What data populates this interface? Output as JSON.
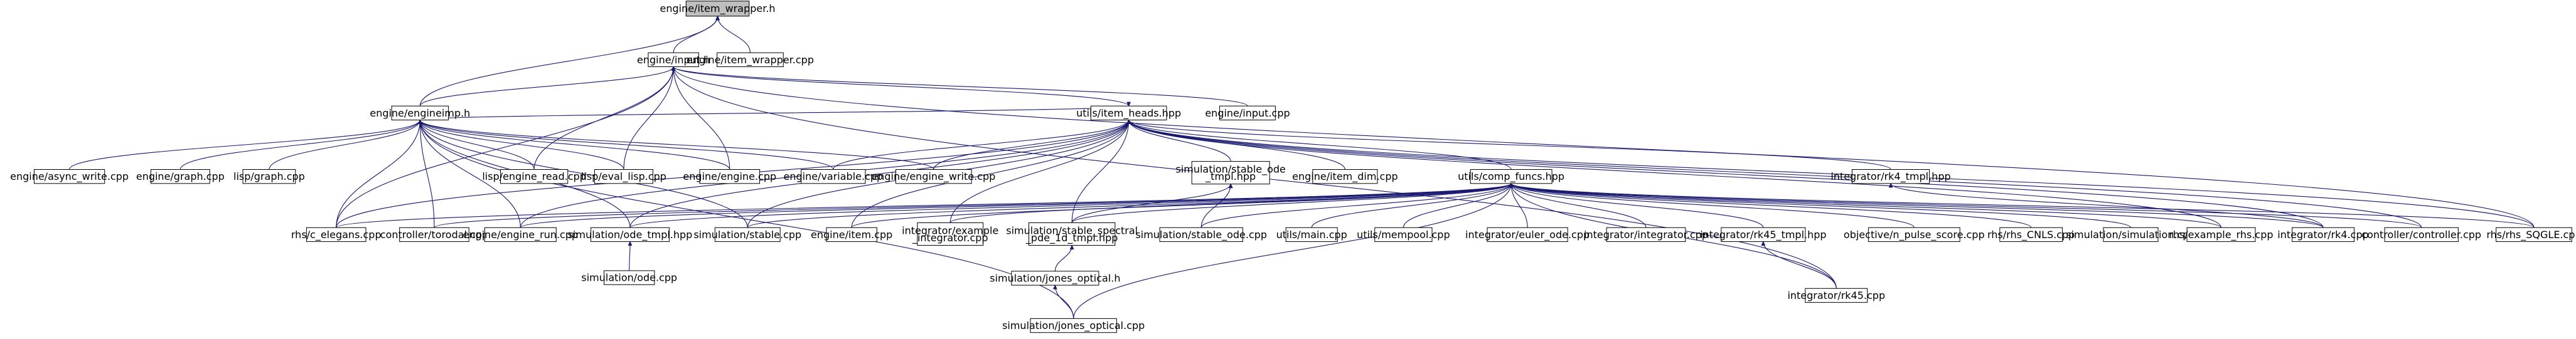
{
  "colors": {
    "root_fill": "#bfbfbf",
    "node_fill": "#ffffff",
    "border": "#000000",
    "edge": "#191970"
  },
  "nodes": [
    {
      "id": "item_wrapper_h",
      "lines": [
        "engine/item_wrapper.h"
      ],
      "root": true
    },
    {
      "id": "input_h",
      "lines": [
        "engine/input.h"
      ]
    },
    {
      "id": "item_wrapper_cpp",
      "lines": [
        "engine/item_wrapper.cpp"
      ]
    },
    {
      "id": "engineimp_h",
      "lines": [
        "engine/engineimp.h"
      ]
    },
    {
      "id": "item_heads_hpp",
      "lines": [
        "utils/item_heads.hpp"
      ]
    },
    {
      "id": "input_cpp",
      "lines": [
        "engine/input.cpp"
      ]
    },
    {
      "id": "async_write_cpp",
      "lines": [
        "engine/async_write.cpp"
      ]
    },
    {
      "id": "engine_graph_cpp",
      "lines": [
        "engine/graph.cpp"
      ]
    },
    {
      "id": "lisp_graph_cpp",
      "lines": [
        "lisp/graph.cpp"
      ]
    },
    {
      "id": "engine_read_cpp",
      "lines": [
        "lisp/engine_read.cpp"
      ]
    },
    {
      "id": "eval_lisp_cpp",
      "lines": [
        "lisp/eval_lisp.cpp"
      ]
    },
    {
      "id": "engine_cpp",
      "lines": [
        "engine/engine.cpp"
      ]
    },
    {
      "id": "variable_cpp",
      "lines": [
        "engine/variable.cpp"
      ]
    },
    {
      "id": "engine_write_cpp",
      "lines": [
        "engine/engine_write.cpp"
      ]
    },
    {
      "id": "stable_ode_tmpl_hpp",
      "lines": [
        "simulation/stable_ode",
        "_tmpl.hpp"
      ]
    },
    {
      "id": "item_dim_cpp",
      "lines": [
        "engine/item_dim.cpp"
      ]
    },
    {
      "id": "comp_funcs_hpp",
      "lines": [
        "utils/comp_funcs.hpp"
      ]
    },
    {
      "id": "rk4_tmpl_hpp",
      "lines": [
        "integrator/rk4_tmpl.hpp"
      ]
    },
    {
      "id": "c_elegans_cpp",
      "lines": [
        "rhs/c_elegans.cpp"
      ]
    },
    {
      "id": "torodal_cpp",
      "lines": [
        "controller/torodal.cpp"
      ]
    },
    {
      "id": "engine_run_cpp",
      "lines": [
        "engine/engine_run.cpp"
      ]
    },
    {
      "id": "ode_tmpl_hpp",
      "lines": [
        "simulation/ode_tmpl.hpp"
      ]
    },
    {
      "id": "stable_cpp",
      "lines": [
        "simulation/stable.cpp"
      ]
    },
    {
      "id": "item_cpp",
      "lines": [
        "engine/item.cpp"
      ]
    },
    {
      "id": "example_integrator_cpp",
      "lines": [
        "integrator/example",
        "_integrator.cpp"
      ]
    },
    {
      "id": "stable_spectral_hpp",
      "lines": [
        "simulation/stable_spectral",
        "_pde_1d_tmpl.hpp"
      ]
    },
    {
      "id": "stable_ode_cpp",
      "lines": [
        "simulation/stable_ode.cpp"
      ]
    },
    {
      "id": "utils_main_cpp",
      "lines": [
        "utils/main.cpp"
      ]
    },
    {
      "id": "mempool_cpp",
      "lines": [
        "utils/mempool.cpp"
      ]
    },
    {
      "id": "euler_ode_cpp",
      "lines": [
        "integrator/euler_ode.cpp"
      ]
    },
    {
      "id": "integrator_cpp",
      "lines": [
        "integrator/integrator.cpp"
      ]
    },
    {
      "id": "rk45_tmpl_hpp",
      "lines": [
        "integrator/rk45_tmpl.hpp"
      ]
    },
    {
      "id": "pulse_score_cpp",
      "lines": [
        "objective/n_pulse_score.cpp"
      ]
    },
    {
      "id": "cnls_cpp",
      "lines": [
        "rhs/rhs_CNLS.cpp"
      ]
    },
    {
      "id": "simulation_cpp",
      "lines": [
        "simulation/simulation.cpp"
      ]
    },
    {
      "id": "example_rhs_cpp",
      "lines": [
        "rhs/example_rhs.cpp"
      ]
    },
    {
      "id": "rk4_cpp",
      "lines": [
        "integrator/rk4.cpp"
      ]
    },
    {
      "id": "controller_cpp",
      "lines": [
        "controller/controller.cpp"
      ]
    },
    {
      "id": "sqgle_cpp",
      "lines": [
        "rhs/rhs_SQGLE.cpp"
      ]
    },
    {
      "id": "ode_cpp",
      "lines": [
        "simulation/ode.cpp"
      ]
    },
    {
      "id": "jones_optical_h",
      "lines": [
        "simulation/jones_optical.h"
      ]
    },
    {
      "id": "rk45_cpp",
      "lines": [
        "integrator/rk45.cpp"
      ]
    },
    {
      "id": "jones_optical_cpp",
      "lines": [
        "simulation/jones_optical.cpp"
      ]
    }
  ],
  "edges": [
    [
      "item_wrapper_h",
      "input_h"
    ],
    [
      "item_wrapper_h",
      "item_wrapper_cpp"
    ],
    [
      "item_wrapper_h",
      "engineimp_h"
    ],
    [
      "input_h",
      "engineimp_h"
    ],
    [
      "input_h",
      "item_heads_hpp"
    ],
    [
      "input_h",
      "input_cpp"
    ],
    [
      "input_h",
      "engine_read_cpp"
    ],
    [
      "input_h",
      "eval_lisp_cpp"
    ],
    [
      "input_h",
      "engine_cpp"
    ],
    [
      "input_h",
      "c_elegans_cpp"
    ],
    [
      "input_h",
      "sqgle_cpp"
    ],
    [
      "input_h",
      "rk45_cpp"
    ],
    [
      "engineimp_h",
      "async_write_cpp"
    ],
    [
      "engineimp_h",
      "engine_graph_cpp"
    ],
    [
      "engineimp_h",
      "lisp_graph_cpp"
    ],
    [
      "engineimp_h",
      "engine_read_cpp"
    ],
    [
      "engineimp_h",
      "eval_lisp_cpp"
    ],
    [
      "engineimp_h",
      "engine_cpp"
    ],
    [
      "engineimp_h",
      "variable_cpp"
    ],
    [
      "engineimp_h",
      "engine_write_cpp"
    ],
    [
      "engineimp_h",
      "c_elegans_cpp"
    ],
    [
      "engineimp_h",
      "torodal_cpp"
    ],
    [
      "engineimp_h",
      "engine_run_cpp"
    ],
    [
      "engineimp_h",
      "ode_tmpl_hpp"
    ],
    [
      "engineimp_h",
      "stable_cpp"
    ],
    [
      "engineimp_h",
      "jones_optical_cpp"
    ],
    [
      "item_heads_hpp",
      "engineimp_h"
    ],
    [
      "item_heads_hpp",
      "variable_cpp"
    ],
    [
      "item_heads_hpp",
      "engine_write_cpp"
    ],
    [
      "item_heads_hpp",
      "stable_ode_tmpl_hpp"
    ],
    [
      "item_heads_hpp",
      "item_dim_cpp"
    ],
    [
      "item_heads_hpp",
      "comp_funcs_hpp"
    ],
    [
      "item_heads_hpp",
      "rk4_tmpl_hpp"
    ],
    [
      "item_heads_hpp",
      "c_elegans_cpp"
    ],
    [
      "item_heads_hpp",
      "engine_run_cpp"
    ],
    [
      "item_heads_hpp",
      "ode_tmpl_hpp"
    ],
    [
      "item_heads_hpp",
      "stable_cpp"
    ],
    [
      "item_heads_hpp",
      "item_cpp"
    ],
    [
      "item_heads_hpp",
      "example_integrator_cpp"
    ],
    [
      "item_heads_hpp",
      "stable_spectral_hpp"
    ],
    [
      "item_heads_hpp",
      "example_rhs_cpp"
    ],
    [
      "item_heads_hpp",
      "rk4_cpp"
    ],
    [
      "item_heads_hpp",
      "controller_cpp"
    ],
    [
      "item_heads_hpp",
      "sqgle_cpp"
    ],
    [
      "stable_ode_tmpl_hpp",
      "stable_ode_cpp"
    ],
    [
      "stable_ode_tmpl_hpp",
      "stable_spectral_hpp"
    ],
    [
      "comp_funcs_hpp",
      "c_elegans_cpp"
    ],
    [
      "comp_funcs_hpp",
      "torodal_cpp"
    ],
    [
      "comp_funcs_hpp",
      "engine_run_cpp"
    ],
    [
      "comp_funcs_hpp",
      "ode_tmpl_hpp"
    ],
    [
      "comp_funcs_hpp",
      "stable_cpp"
    ],
    [
      "comp_funcs_hpp",
      "item_cpp"
    ],
    [
      "comp_funcs_hpp",
      "example_integrator_cpp"
    ],
    [
      "comp_funcs_hpp",
      "stable_spectral_hpp"
    ],
    [
      "comp_funcs_hpp",
      "stable_ode_cpp"
    ],
    [
      "comp_funcs_hpp",
      "utils_main_cpp"
    ],
    [
      "comp_funcs_hpp",
      "mempool_cpp"
    ],
    [
      "comp_funcs_hpp",
      "euler_ode_cpp"
    ],
    [
      "comp_funcs_hpp",
      "integrator_cpp"
    ],
    [
      "comp_funcs_hpp",
      "rk45_tmpl_hpp"
    ],
    [
      "comp_funcs_hpp",
      "pulse_score_cpp"
    ],
    [
      "comp_funcs_hpp",
      "cnls_cpp"
    ],
    [
      "comp_funcs_hpp",
      "simulation_cpp"
    ],
    [
      "comp_funcs_hpp",
      "example_rhs_cpp"
    ],
    [
      "comp_funcs_hpp",
      "rk4_cpp"
    ],
    [
      "comp_funcs_hpp",
      "controller_cpp"
    ],
    [
      "comp_funcs_hpp",
      "sqgle_cpp"
    ],
    [
      "comp_funcs_hpp",
      "rk45_cpp"
    ],
    [
      "comp_funcs_hpp",
      "jones_optical_cpp"
    ],
    [
      "rk4_tmpl_hpp",
      "rk4_cpp"
    ],
    [
      "rk45_tmpl_hpp",
      "rk45_cpp"
    ],
    [
      "ode_tmpl_hpp",
      "ode_cpp"
    ],
    [
      "stable_spectral_hpp",
      "jones_optical_h"
    ],
    [
      "jones_optical_h",
      "jones_optical_cpp"
    ]
  ]
}
